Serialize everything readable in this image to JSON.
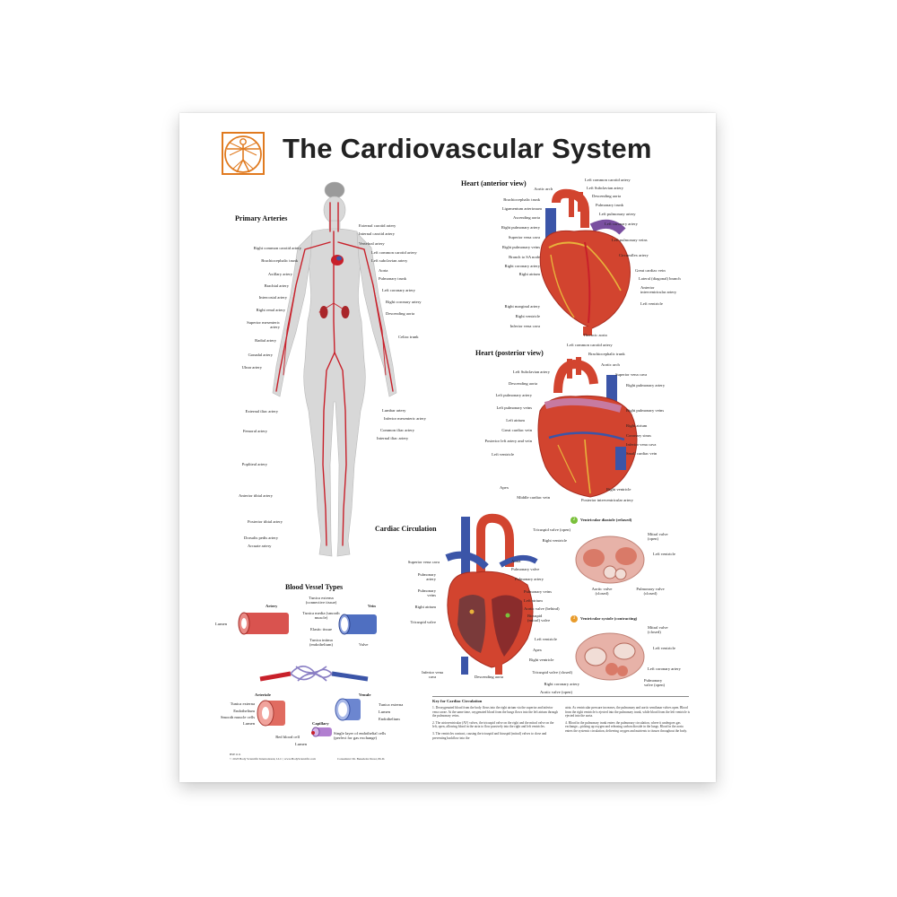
{
  "title": "The Cardiovascular System",
  "sections": {
    "primary_arteries": "Primary Arteries",
    "heart_anterior": "Heart (anterior view)",
    "heart_posterior": "Heart (posterior view)",
    "cardiac_circulation": "Cardiac Circulation",
    "blood_vessel_types": "Blood Vessel Types",
    "key": "Key for Cardiac Circulation"
  },
  "arteries_right": [
    "External carotid artery",
    "Internal carotid artery",
    "Vertebral artery",
    "Left common carotid artery",
    "Left subclavian artery",
    "Aorta",
    "Pulmonary trunk",
    "Left coronary artery",
    "Right coronary artery",
    "Descending aorta",
    "Celiac trunk",
    "Lumbar artery",
    "Inferior mesenteric artery",
    "Common iliac artery",
    "Internal iliac artery"
  ],
  "arteries_left": [
    "Right common carotid artery",
    "Brachiocephalic trunk",
    "Axillary artery",
    "Brachial artery",
    "Intercostal artery",
    "Right renal artery",
    "Superior mesenteric artery",
    "Radial artery",
    "Gonadal artery",
    "Ulnar artery",
    "External iliac artery",
    "Femoral artery",
    "Popliteal artery",
    "Anterior tibial artery",
    "Posterior tibial artery",
    "Dorsalis pedis artery",
    "Arcuate artery"
  ],
  "anterior_left": [
    "Aortic arch",
    "Brachiocephalic trunk",
    "Ligamentum arteriosum",
    "Ascending aorta",
    "Right pulmonary artery",
    "Superior vena cava",
    "Right pulmonary veins",
    "Branch to SA node",
    "Right coronary artery",
    "Right atrium",
    "Right marginal artery",
    "Right ventricle",
    "Inferior vena cava"
  ],
  "anterior_right": [
    "Left common carotid artery",
    "Left Subclavian artery",
    "Descending aorta",
    "Pulmonary trunk",
    "Left pulmonary artery",
    "Left coronary artery",
    "Left pulmonary veins",
    "Circumflex artery",
    "Great cardiac vein",
    "Lateral (diagonal) branch",
    "Anterior interventricular artery",
    "Left ventricle"
  ],
  "anterior_bottom": "Thoracic aorta",
  "posterior_top": [
    "Left common carotid artery",
    "Brachiocephalic trunk",
    "Aortic arch"
  ],
  "posterior_left": [
    "Left Subclavian artery",
    "Descending aorta",
    "Left pulmonary artery",
    "Left pulmonary veins",
    "Left atrium",
    "Great cardiac vein",
    "Posterior left artery and vein",
    "Left ventricle",
    "Apex",
    "Middle cardiac vein"
  ],
  "posterior_right": [
    "Superior vena cava",
    "Right pulmonary artery",
    "Right pulmonary veins",
    "Right atrium",
    "Coronary sinus",
    "Inferior vena cava",
    "Small cardiac vein",
    "Right ventricle",
    "Posterior interventricular artery"
  ],
  "circ_left": [
    "Superior vena cava",
    "Pulmonary artery",
    "Pulmonary veins",
    "Right atrium",
    "Tricuspid valve"
  ],
  "circ_right": [
    "Aorta",
    "Pulmonary valve",
    "Pulmonary artery",
    "Pulmonary veins",
    "Left atrium",
    "Aortic valve (behind)",
    "Bicuspid (mitral) valve",
    "Left ventricle",
    "Apex",
    "Right ventricle"
  ],
  "circ_bottom": [
    "Inferior vena cava",
    "Descending aorta"
  ],
  "diastole": {
    "num": "2",
    "title": "Ventricular diastole (relaxed)",
    "labels": [
      "Tricuspid valve (open)",
      "Right ventricle",
      "Mitral valve (open)",
      "Left ventricle",
      "Aortic valve (closed)",
      "Pulmonary valve (closed)"
    ]
  },
  "systole": {
    "num": "3",
    "title": "Ventricular systole (contracting)",
    "labels": [
      "Mitral valve (closed)",
      "Left ventricle",
      "Left coronary artery",
      "Pulmonary valve (open)",
      "Tricuspid valve (closed)",
      "Right coronary artery",
      "Aortic valve (open)"
    ]
  },
  "vessels": {
    "artery": "Artery",
    "vein": "Vein",
    "lumen": "Lumen",
    "tunica_externa": "Tunica externa (connective tissue)",
    "tunica_media": "Tunica media (smooth muscle)",
    "elastic": "Elastic tissue",
    "tunica_intima": "Tunica intima (endothelium)",
    "valve": "Valve",
    "arteriole": "Arteriole",
    "venule": "Venule",
    "capillary": "Capillary",
    "arteriole_labels": [
      "Tunica externa",
      "Endothelium",
      "Smooth muscle cells",
      "Lumen"
    ],
    "venule_labels": [
      "Tunica externa",
      "Lumen",
      "Endothelium"
    ],
    "capillary_labels": [
      "Red blood cell",
      "Lumen",
      "Single layer of endothelial cells (perfect for gas exchange)"
    ]
  },
  "key_items": [
    "1. Deoxygenated blood from the body flows into the right atrium via the superior and inferior vena cavae. At the same time, oxygenated blood from the lungs flows into the left atrium through the pulmonary veins.",
    "2. The atrioventricular (AV) valves, the tricuspid valve on the right and the mitral valve on the left, open, allowing blood in the atria to flow passively into the right and left ventricles.",
    "3. The ventricles contract, causing the tricuspid and bicuspid (mitral) valves to close and preventing backflow into the",
    "atria. As ventricular pressure increases, the pulmonary and aortic semilunar valves open. Blood from the right ventricle is ejected into the pulmonary trunk, while blood from the left ventricle is ejected into the aorta.",
    "4. Blood in the pulmonary trunk enters the pulmonary circulation, where it undergoes gas exchange—picking up oxygen and releasing carbon dioxide in the lungs. Blood in the aorta enters the systemic circulation, delivering oxygen and nutrients to tissues throughout the body."
  ],
  "footer": {
    "code": "BSE1111",
    "copyright": "© 2023 Body Scientific International, LLC | www.BodyScientific.com",
    "consultant": "Consultant: Dr. Benedetta Dossi, Ph.D."
  },
  "colors": {
    "artery": "#c8202a",
    "vein": "#3b55a8",
    "heart": "#d2442f",
    "pulmonary": "#7a4fa0",
    "logo": "#e07a1f"
  }
}
